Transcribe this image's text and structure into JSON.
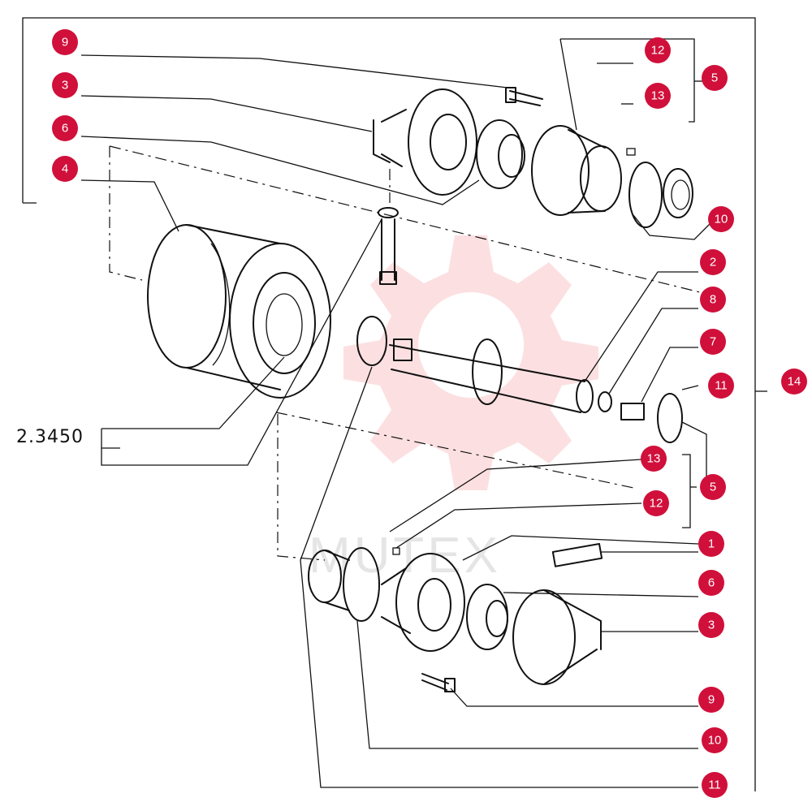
{
  "reference": "2.3450",
  "watermark": "MUTEX",
  "colors": {
    "callout": "#d0103a",
    "ink": "#111111",
    "watermark": "#e8202a"
  },
  "callouts": [
    {
      "label": "9"
    },
    {
      "label": "3"
    },
    {
      "label": "6"
    },
    {
      "label": "4"
    },
    {
      "label": "12"
    },
    {
      "label": "13"
    },
    {
      "label": "5"
    },
    {
      "label": "10"
    },
    {
      "label": "2"
    },
    {
      "label": "8"
    },
    {
      "label": "7"
    },
    {
      "label": "11"
    },
    {
      "label": "14"
    },
    {
      "label": "13"
    },
    {
      "label": "12"
    },
    {
      "label": "5"
    },
    {
      "label": "1"
    },
    {
      "label": "6"
    },
    {
      "label": "3"
    },
    {
      "label": "9"
    },
    {
      "label": "10"
    },
    {
      "label": "11"
    }
  ]
}
